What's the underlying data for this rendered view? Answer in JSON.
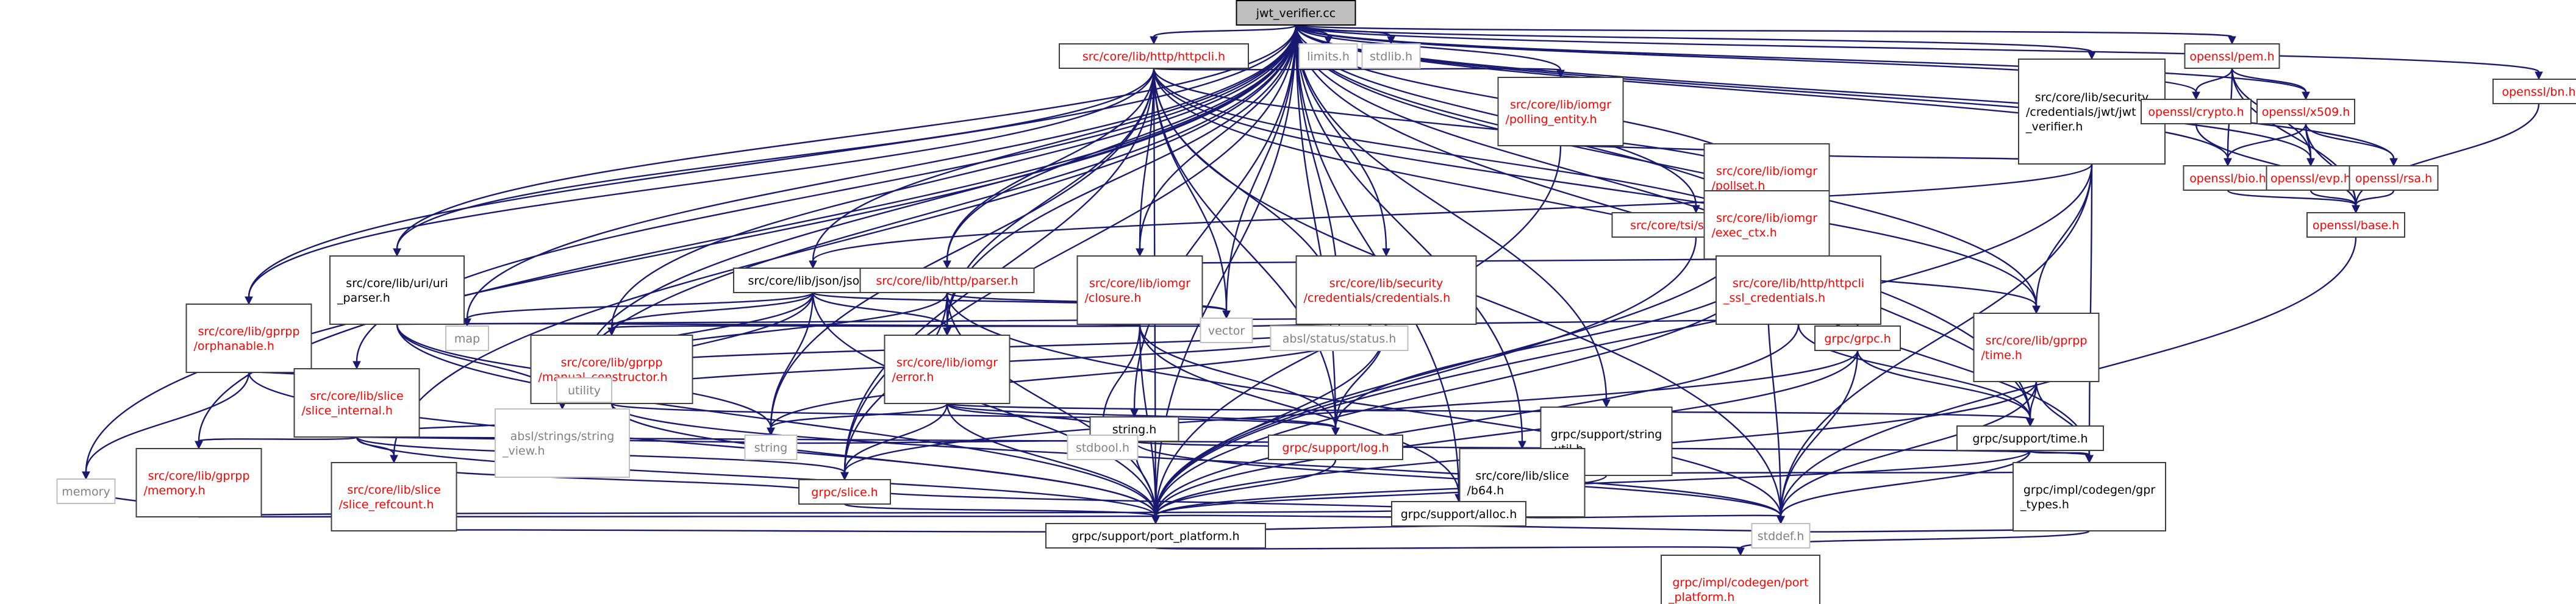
{
  "graph": {
    "nodes": [
      {
        "id": "jwt_verifier_cc",
        "lines": [
          "jwt_verifier.cc"
        ],
        "style": "root"
      },
      {
        "id": "httpcli_h",
        "lines": [
          "src/core/lib/http/httpcli.h"
        ],
        "style": "link"
      },
      {
        "id": "limits_h",
        "lines": [
          "limits.h"
        ],
        "style": "ext"
      },
      {
        "id": "stdlib_h",
        "lines": [
          "stdlib.h"
        ],
        "style": "ext"
      },
      {
        "id": "openssl_pem_h",
        "lines": [
          "openssl/pem.h"
        ],
        "style": "link"
      },
      {
        "id": "openssl_bn_h",
        "lines": [
          "openssl/bn.h"
        ],
        "style": "link"
      },
      {
        "id": "polling_entity_h",
        "lines": [
          "src/core/lib/iomgr",
          "/polling_entity.h"
        ],
        "style": "link"
      },
      {
        "id": "jwt_verifier_h",
        "lines": [
          "src/core/lib/security",
          "/credentials/jwt/jwt",
          "_verifier.h"
        ],
        "style": "plain"
      },
      {
        "id": "openssl_crypto_h",
        "lines": [
          "openssl/crypto.h"
        ],
        "style": "link"
      },
      {
        "id": "openssl_x509_h",
        "lines": [
          "openssl/x509.h"
        ],
        "style": "link"
      },
      {
        "id": "pollset_h",
        "lines": [
          "src/core/lib/iomgr",
          "/pollset.h"
        ],
        "style": "link"
      },
      {
        "id": "openssl_bio_h",
        "lines": [
          "openssl/bio.h"
        ],
        "style": "link"
      },
      {
        "id": "openssl_evp_h",
        "lines": [
          "openssl/evp.h"
        ],
        "style": "link"
      },
      {
        "id": "openssl_rsa_h",
        "lines": [
          "openssl/rsa.h"
        ],
        "style": "link"
      },
      {
        "id": "tsi_ssl_types_h",
        "lines": [
          "src/core/tsi/ssl_types.h"
        ],
        "style": "link"
      },
      {
        "id": "exec_ctx_h",
        "lines": [
          "src/core/lib/iomgr",
          "/exec_ctx.h"
        ],
        "style": "link"
      },
      {
        "id": "openssl_base_h",
        "lines": [
          "openssl/base.h"
        ],
        "style": "link"
      },
      {
        "id": "uri_parser_h",
        "lines": [
          "src/core/lib/uri/uri",
          "_parser.h"
        ],
        "style": "plain"
      },
      {
        "id": "json_h",
        "lines": [
          "src/core/lib/json/json.h"
        ],
        "style": "plain"
      },
      {
        "id": "http_parser_h",
        "lines": [
          "src/core/lib/http/parser.h"
        ],
        "style": "link"
      },
      {
        "id": "closure_h",
        "lines": [
          "src/core/lib/iomgr",
          "/closure.h"
        ],
        "style": "link"
      },
      {
        "id": "credentials_h",
        "lines": [
          "src/core/lib/security",
          "/credentials/credentials.h"
        ],
        "style": "link"
      },
      {
        "id": "httpcli_ssl_h",
        "lines": [
          "src/core/lib/http/httpcli",
          "_ssl_credentials.h"
        ],
        "style": "link"
      },
      {
        "id": "orphanable_h",
        "lines": [
          "src/core/lib/gprpp",
          "/orphanable.h"
        ],
        "style": "link"
      },
      {
        "id": "map",
        "lines": [
          "map"
        ],
        "style": "ext"
      },
      {
        "id": "manual_constructor_h",
        "lines": [
          "src/core/lib/gprpp",
          "/manual_constructor.h"
        ],
        "style": "link"
      },
      {
        "id": "iomgr_error_h",
        "lines": [
          "src/core/lib/iomgr",
          "/error.h"
        ],
        "style": "link"
      },
      {
        "id": "vector",
        "lines": [
          "vector"
        ],
        "style": "ext"
      },
      {
        "id": "status_h",
        "lines": [
          "absl/status/status.h"
        ],
        "style": "ext"
      },
      {
        "id": "grpc_grpc_h",
        "lines": [
          "grpc/grpc.h"
        ],
        "style": "link"
      },
      {
        "id": "gprpp_time_h",
        "lines": [
          "src/core/lib/gprpp",
          "/time.h"
        ],
        "style": "link"
      },
      {
        "id": "utility",
        "lines": [
          "utility"
        ],
        "style": "ext"
      },
      {
        "id": "slice_internal_h",
        "lines": [
          "src/core/lib/slice",
          "/slice_internal.h"
        ],
        "style": "link"
      },
      {
        "id": "string_h",
        "lines": [
          "string.h"
        ],
        "style": "plain"
      },
      {
        "id": "support_string_util_h",
        "lines": [
          "grpc/support/string",
          "_util.h"
        ],
        "style": "plain"
      },
      {
        "id": "support_time_h",
        "lines": [
          "grpc/support/time.h"
        ],
        "style": "plain"
      },
      {
        "id": "gprpp_memory_h",
        "lines": [
          "src/core/lib/gprpp",
          "/memory.h"
        ],
        "style": "link"
      },
      {
        "id": "slice_refcount_h",
        "lines": [
          "src/core/lib/slice",
          "/slice_refcount.h"
        ],
        "style": "link"
      },
      {
        "id": "string_view_h",
        "lines": [
          "absl/strings/string",
          "_view.h"
        ],
        "style": "ext"
      },
      {
        "id": "string",
        "lines": [
          "string"
        ],
        "style": "ext"
      },
      {
        "id": "stdbool_h",
        "lines": [
          "stdbool.h"
        ],
        "style": "ext"
      },
      {
        "id": "support_log_h",
        "lines": [
          "grpc/support/log.h"
        ],
        "style": "link"
      },
      {
        "id": "slice_b64_h",
        "lines": [
          "src/core/lib/slice",
          "/b64.h"
        ],
        "style": "plain"
      },
      {
        "id": "gpr_types_h",
        "lines": [
          "grpc/impl/codegen/gpr",
          "_types.h"
        ],
        "style": "plain"
      },
      {
        "id": "memory",
        "lines": [
          "memory"
        ],
        "style": "ext"
      },
      {
        "id": "grpc_slice_h",
        "lines": [
          "grpc/slice.h"
        ],
        "style": "link"
      },
      {
        "id": "support_alloc_h",
        "lines": [
          "grpc/support/alloc.h"
        ],
        "style": "plain"
      },
      {
        "id": "stddef_h",
        "lines": [
          "stddef.h"
        ],
        "style": "ext"
      },
      {
        "id": "port_platform_h",
        "lines": [
          "grpc/support/port_platform.h"
        ],
        "style": "plain"
      },
      {
        "id": "codegen_port_platform_h",
        "lines": [
          "grpc/impl/codegen/port",
          "_platform.h"
        ],
        "style": "link"
      }
    ],
    "edges": [
      [
        "jwt_verifier_cc",
        "httpcli_h"
      ],
      [
        "jwt_verifier_cc",
        "limits_h"
      ],
      [
        "jwt_verifier_cc",
        "stdlib_h"
      ],
      [
        "jwt_verifier_cc",
        "openssl_pem_h"
      ],
      [
        "jwt_verifier_cc",
        "openssl_bn_h"
      ],
      [
        "jwt_verifier_cc",
        "polling_entity_h"
      ],
      [
        "jwt_verifier_cc",
        "jwt_verifier_h"
      ],
      [
        "jwt_verifier_cc",
        "openssl_crypto_h"
      ],
      [
        "jwt_verifier_cc",
        "openssl_x509_h"
      ],
      [
        "jwt_verifier_cc",
        "openssl_bio_h"
      ],
      [
        "jwt_verifier_cc",
        "openssl_evp_h"
      ],
      [
        "jwt_verifier_cc",
        "openssl_rsa_h"
      ],
      [
        "jwt_verifier_cc",
        "tsi_ssl_types_h"
      ],
      [
        "jwt_verifier_cc",
        "exec_ctx_h"
      ],
      [
        "jwt_verifier_cc",
        "uri_parser_h"
      ],
      [
        "jwt_verifier_cc",
        "json_h"
      ],
      [
        "jwt_verifier_cc",
        "http_parser_h"
      ],
      [
        "jwt_verifier_cc",
        "closure_h"
      ],
      [
        "jwt_verifier_cc",
        "credentials_h"
      ],
      [
        "jwt_verifier_cc",
        "httpcli_ssl_h"
      ],
      [
        "jwt_verifier_cc",
        "orphanable_h"
      ],
      [
        "jwt_verifier_cc",
        "map"
      ],
      [
        "jwt_verifier_cc",
        "manual_constructor_h"
      ],
      [
        "jwt_verifier_cc",
        "iomgr_error_h"
      ],
      [
        "jwt_verifier_cc",
        "vector"
      ],
      [
        "jwt_verifier_cc",
        "status_h"
      ],
      [
        "jwt_verifier_cc",
        "grpc_grpc_h"
      ],
      [
        "jwt_verifier_cc",
        "gprpp_time_h"
      ],
      [
        "jwt_verifier_cc",
        "utility"
      ],
      [
        "jwt_verifier_cc",
        "slice_internal_h"
      ],
      [
        "jwt_verifier_cc",
        "string_h"
      ],
      [
        "jwt_verifier_cc",
        "support_string_util_h"
      ],
      [
        "jwt_verifier_cc",
        "support_time_h"
      ],
      [
        "jwt_verifier_cc",
        "gprpp_memory_h"
      ],
      [
        "jwt_verifier_cc",
        "slice_refcount_h"
      ],
      [
        "jwt_verifier_cc",
        "string_view_h"
      ],
      [
        "jwt_verifier_cc",
        "support_log_h"
      ],
      [
        "jwt_verifier_cc",
        "slice_b64_h"
      ],
      [
        "jwt_verifier_cc",
        "memory"
      ],
      [
        "jwt_verifier_cc",
        "grpc_slice_h"
      ],
      [
        "jwt_verifier_cc",
        "support_alloc_h"
      ],
      [
        "jwt_verifier_cc",
        "port_platform_h"
      ],
      [
        "httpcli_h",
        "polling_entity_h"
      ],
      [
        "httpcli_h",
        "exec_ctx_h"
      ],
      [
        "httpcli_h",
        "uri_parser_h"
      ],
      [
        "httpcli_h",
        "http_parser_h"
      ],
      [
        "httpcli_h",
        "closure_h"
      ],
      [
        "httpcli_h",
        "httpcli_ssl_h"
      ],
      [
        "httpcli_h",
        "orphanable_h"
      ],
      [
        "httpcli_h",
        "iomgr_error_h"
      ],
      [
        "httpcli_h",
        "vector"
      ],
      [
        "httpcli_h",
        "status_h"
      ],
      [
        "httpcli_h",
        "grpc_grpc_h"
      ],
      [
        "httpcli_h",
        "gprpp_time_h"
      ],
      [
        "httpcli_h",
        "support_log_h"
      ],
      [
        "httpcli_h",
        "grpc_slice_h"
      ],
      [
        "httpcli_h",
        "stddef_h"
      ],
      [
        "httpcli_h",
        "port_platform_h"
      ],
      [
        "httpcli_h",
        "string"
      ],
      [
        "openssl_pem_h",
        "openssl_crypto_h"
      ],
      [
        "openssl_pem_h",
        "openssl_x509_h"
      ],
      [
        "openssl_pem_h",
        "openssl_bio_h"
      ],
      [
        "openssl_pem_h",
        "openssl_evp_h"
      ],
      [
        "openssl_pem_h",
        "openssl_base_h"
      ],
      [
        "openssl_bn_h",
        "openssl_base_h"
      ],
      [
        "polling_entity_h",
        "pollset_h"
      ],
      [
        "polling_entity_h",
        "port_platform_h"
      ],
      [
        "jwt_verifier_h",
        "pollset_h"
      ],
      [
        "jwt_verifier_h",
        "json_h"
      ],
      [
        "jwt_verifier_h",
        "gprpp_time_h"
      ],
      [
        "jwt_verifier_h",
        "gpr_types_h"
      ],
      [
        "jwt_verifier_h",
        "port_platform_h"
      ],
      [
        "jwt_verifier_h",
        "stddef_h"
      ],
      [
        "openssl_crypto_h",
        "openssl_base_h"
      ],
      [
        "openssl_x509_h",
        "openssl_bio_h"
      ],
      [
        "openssl_x509_h",
        "openssl_evp_h"
      ],
      [
        "openssl_x509_h",
        "openssl_rsa_h"
      ],
      [
        "openssl_x509_h",
        "openssl_base_h"
      ],
      [
        "openssl_bio_h",
        "openssl_base_h"
      ],
      [
        "openssl_evp_h",
        "openssl_base_h"
      ],
      [
        "openssl_rsa_h",
        "openssl_base_h"
      ],
      [
        "openssl_base_h",
        "stddef_h"
      ],
      [
        "pollset_h",
        "exec_ctx_h"
      ],
      [
        "pollset_h",
        "support_time_h"
      ],
      [
        "pollset_h",
        "port_platform_h"
      ],
      [
        "pollset_h",
        "grpc_grpc_h"
      ],
      [
        "tsi_ssl_types_h",
        "port_platform_h"
      ],
      [
        "exec_ctx_h",
        "closure_h"
      ],
      [
        "exec_ctx_h",
        "gprpp_time_h"
      ],
      [
        "exec_ctx_h",
        "support_log_h"
      ],
      [
        "exec_ctx_h",
        "gpr_types_h"
      ],
      [
        "exec_ctx_h",
        "port_platform_h"
      ],
      [
        "exec_ctx_h",
        "stddef_h"
      ],
      [
        "uri_parser_h",
        "map"
      ],
      [
        "uri_parser_h",
        "string"
      ],
      [
        "uri_parser_h",
        "vector"
      ],
      [
        "uri_parser_h",
        "string_view_h"
      ],
      [
        "uri_parser_h",
        "status_h"
      ],
      [
        "uri_parser_h",
        "port_platform_h"
      ],
      [
        "json_h",
        "map"
      ],
      [
        "json_h",
        "string"
      ],
      [
        "json_h",
        "vector"
      ],
      [
        "json_h",
        "utility"
      ],
      [
        "json_h",
        "string_view_h"
      ],
      [
        "json_h",
        "iomgr_error_h"
      ],
      [
        "json_h",
        "manual_constructor_h"
      ],
      [
        "json_h",
        "port_platform_h"
      ],
      [
        "http_parser_h",
        "iomgr_error_h"
      ],
      [
        "http_parser_h",
        "grpc_slice_h"
      ],
      [
        "http_parser_h",
        "port_platform_h"
      ],
      [
        "http_parser_h",
        "vector"
      ],
      [
        "http_parser_h",
        "stddef_h"
      ],
      [
        "http_parser_h",
        "utility"
      ],
      [
        "closure_h",
        "iomgr_error_h"
      ],
      [
        "closure_h",
        "support_log_h"
      ],
      [
        "closure_h",
        "manual_constructor_h"
      ],
      [
        "closure_h",
        "port_platform_h"
      ],
      [
        "closure_h",
        "stdbool_h"
      ],
      [
        "closure_h",
        "support_alloc_h"
      ],
      [
        "credentials_h",
        "grpc_grpc_h"
      ],
      [
        "credentials_h",
        "status_h"
      ],
      [
        "credentials_h",
        "vector"
      ],
      [
        "credentials_h",
        "string"
      ],
      [
        "credentials_h",
        "support_log_h"
      ],
      [
        "credentials_h",
        "port_platform_h"
      ],
      [
        "credentials_h",
        "string_view_h"
      ],
      [
        "credentials_h",
        "utility"
      ],
      [
        "httpcli_ssl_h",
        "grpc_grpc_h"
      ],
      [
        "httpcli_ssl_h",
        "support_time_h"
      ],
      [
        "httpcli_ssl_h",
        "port_platform_h"
      ],
      [
        "orphanable_h",
        "memory"
      ],
      [
        "orphanable_h",
        "port_platform_h"
      ],
      [
        "orphanable_h",
        "slice_internal_h"
      ],
      [
        "manual_constructor_h",
        "utility"
      ],
      [
        "manual_constructor_h",
        "stddef_h"
      ],
      [
        "manual_constructor_h",
        "port_platform_h"
      ],
      [
        "manual_constructor_h",
        "support_log_h"
      ],
      [
        "iomgr_error_h",
        "support_log_h"
      ],
      [
        "iomgr_error_h",
        "grpc_slice_h"
      ],
      [
        "iomgr_error_h",
        "stdbool_h"
      ],
      [
        "iomgr_error_h",
        "port_platform_h"
      ],
      [
        "iomgr_error_h",
        "string"
      ],
      [
        "iomgr_error_h",
        "support_time_h"
      ],
      [
        "grpc_grpc_h",
        "support_time_h"
      ],
      [
        "grpc_grpc_h",
        "grpc_slice_h"
      ],
      [
        "grpc_grpc_h",
        "stddef_h"
      ],
      [
        "grpc_grpc_h",
        "port_platform_h"
      ],
      [
        "gprpp_time_h",
        "support_time_h"
      ],
      [
        "gprpp_time_h",
        "gpr_types_h"
      ],
      [
        "gprpp_time_h",
        "port_platform_h"
      ],
      [
        "gprpp_time_h",
        "stddef_h"
      ],
      [
        "slice_internal_h",
        "gprpp_memory_h"
      ],
      [
        "slice_internal_h",
        "slice_refcount_h"
      ],
      [
        "slice_internal_h",
        "string_view_h"
      ],
      [
        "slice_internal_h",
        "grpc_slice_h"
      ],
      [
        "slice_internal_h",
        "string"
      ],
      [
        "slice_internal_h",
        "support_log_h"
      ],
      [
        "slice_internal_h",
        "port_platform_h"
      ],
      [
        "string_h",
        "string"
      ],
      [
        "string_h",
        "stdbool_h"
      ],
      [
        "string_h",
        "gpr_types_h"
      ],
      [
        "string_h",
        "port_platform_h"
      ],
      [
        "string_h",
        "stddef_h"
      ],
      [
        "support_string_util_h",
        "port_platform_h"
      ],
      [
        "support_string_util_h",
        "gpr_types_h"
      ],
      [
        "support_time_h",
        "gpr_types_h"
      ],
      [
        "support_time_h",
        "stddef_h"
      ],
      [
        "support_time_h",
        "port_platform_h"
      ],
      [
        "gprpp_memory_h",
        "memory"
      ],
      [
        "gprpp_memory_h",
        "port_platform_h"
      ],
      [
        "gprpp_memory_h",
        "support_alloc_h"
      ],
      [
        "slice_refcount_h",
        "grpc_slice_h"
      ],
      [
        "slice_refcount_h",
        "port_platform_h"
      ],
      [
        "support_log_h",
        "port_platform_h"
      ],
      [
        "slice_b64_h",
        "grpc_slice_h"
      ],
      [
        "slice_b64_h",
        "port_platform_h"
      ],
      [
        "slice_b64_h",
        "stddef_h"
      ],
      [
        "gpr_types_h",
        "stddef_h"
      ],
      [
        "gpr_types_h",
        "codegen_port_platform_h"
      ],
      [
        "grpc_slice_h",
        "port_platform_h"
      ],
      [
        "support_alloc_h",
        "stddef_h"
      ],
      [
        "support_alloc_h",
        "port_platform_h"
      ],
      [
        "port_platform_h",
        "codegen_port_platform_h"
      ]
    ]
  },
  "colors": {
    "edge": "#191970",
    "link_text": "#ff0000",
    "ext_text": "#808080",
    "plain_text": "#000000",
    "root_fill": "#bfbfbf",
    "node_stroke": "#404040"
  }
}
